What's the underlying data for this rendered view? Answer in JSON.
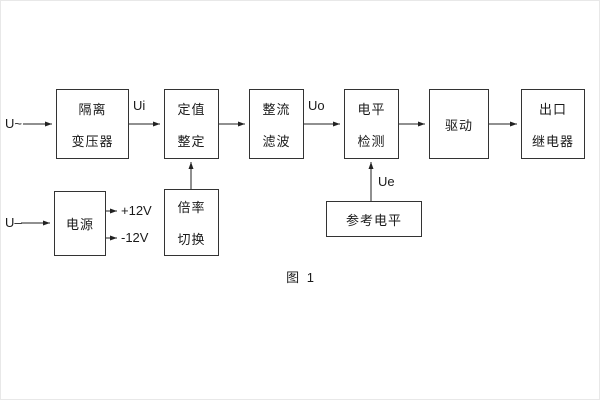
{
  "diagram": {
    "caption": "图 1",
    "inputs": {
      "ac": "U~",
      "dc": "U–"
    },
    "signals": {
      "ui": "Ui",
      "uo": "Uo",
      "ue": "Ue",
      "plus12": "+12V",
      "minus12": "-12V"
    },
    "blocks": {
      "isolation_transformer": {
        "line1": "隔离",
        "line2": "变压器"
      },
      "setting": {
        "line1": "定值",
        "line2": "整定"
      },
      "rectifier_filter": {
        "line1": "整流",
        "line2": "滤波"
      },
      "level_detect": {
        "line1": "电平",
        "line2": "检测"
      },
      "drive": {
        "label": "驱动"
      },
      "output_relay": {
        "line1": "出口",
        "line2": "继电器"
      },
      "power_supply": {
        "label": "电源"
      },
      "rate_switch": {
        "line1": "倍率",
        "line2": "切换"
      },
      "reference_level": {
        "label": "参考电平"
      }
    }
  }
}
